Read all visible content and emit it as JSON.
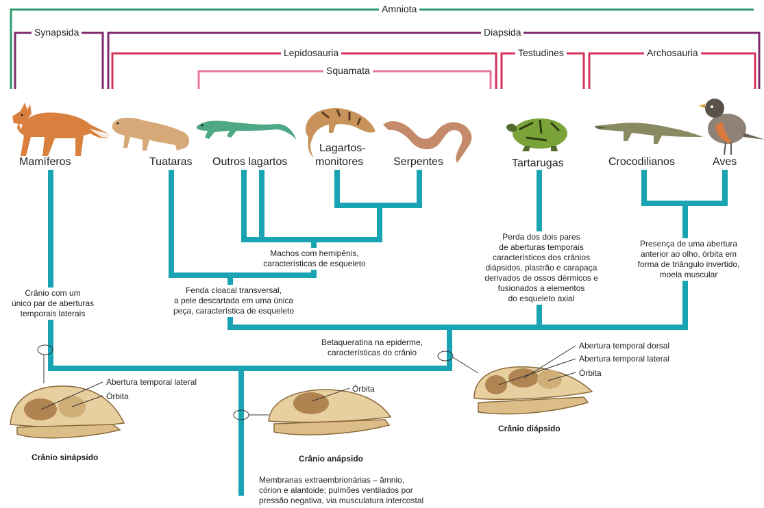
{
  "clades": {
    "amniota": "Amniota",
    "synapsida": "Synapsida",
    "diapsida": "Diapsida",
    "lepidosauria": "Lepidosauria",
    "testudines": "Testudines",
    "archosauria": "Archosauria",
    "squamata": "Squamata"
  },
  "taxa": {
    "mamiferos": "Mamíferos",
    "tuataras": "Tuataras",
    "outros_lagartos": "Outros lagartos",
    "lagartos_monitores_1": "Lagartos-",
    "lagartos_monitores_2": "monitores",
    "serpentes": "Serpentes",
    "tartarugas": "Tartarugas",
    "crocodilianos": "Crocodilianos",
    "aves": "Aves"
  },
  "characters": {
    "synapsid_skull": [
      "Crânio com um",
      "único par de aberturas",
      "temporais laterais"
    ],
    "hemipenis": [
      "Machos com hemipênis,",
      "características de esqueleto"
    ],
    "cloacal": [
      "Fenda cloacal transversal,",
      "a pele descartada em uma única",
      "peça, característica de esqueleto"
    ],
    "turtle": [
      "Perda dos dois pares",
      "de aberturas temporais",
      "característicos dos crânios",
      "diápsidos, plastrão e carapaça",
      "derivados de ossos dérmicos e",
      "fusionados a elementos",
      "do esqueleto axial"
    ],
    "archosaur": [
      "Presença de uma abertura",
      "anterior ao olho, órbita em",
      "forma de triângulo invertido,",
      "moela muscular"
    ],
    "betakeratin": [
      "Betaqueratina na epiderme,",
      "características do crânio"
    ],
    "amniote": [
      "Membranas extraembrionárias – âmnio,",
      "córion e alantoide; pulmões ventilados por",
      "pressão negativa, via musculatura intercostal"
    ]
  },
  "skulls": {
    "synapsid": {
      "caption": "Crânio sinápsido",
      "label_opening": "Abertura temporal lateral",
      "label_orbit": "Órbita"
    },
    "anapsid": {
      "caption": "Crânio anápsido",
      "label_orbit": "Órbita"
    },
    "diapsid": {
      "caption": "Crânio diápsido",
      "label_dorsal": "Abertura temporal dorsal",
      "label_lateral": "Abertura temporal lateral",
      "label_orbit": "Órbita"
    }
  },
  "colors": {
    "tree": "#1aa3b3",
    "amniota": "#2a9a6a",
    "synapsida": "#7d2a6e",
    "diapsida": "#7d2a6e",
    "lepidosauria": "#d4325a",
    "squamata": "#e8769b",
    "skull_bone": "#e8cfa0",
    "skull_opening": "#b08450"
  }
}
